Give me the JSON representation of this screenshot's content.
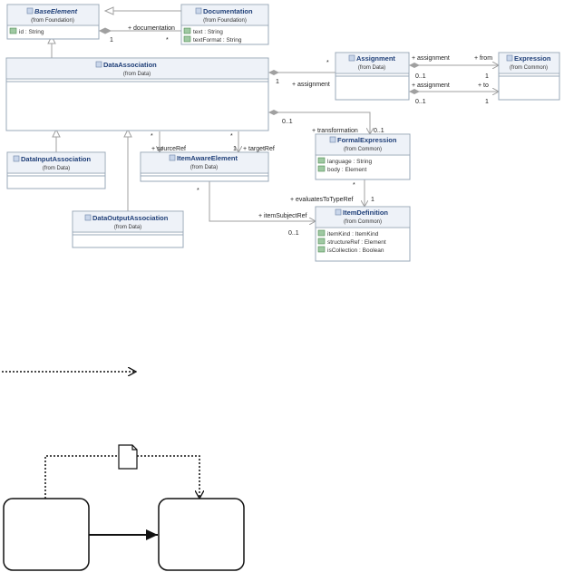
{
  "uml": {
    "classes": {
      "base_element": {
        "name": "BaseElement",
        "from": "(from Foundation)",
        "attrs": [
          "id : String"
        ]
      },
      "documentation": {
        "name": "Documentation",
        "from": "(from Foundation)",
        "attrs": [
          "text : String",
          "textFormat : String"
        ]
      },
      "data_association": {
        "name": "DataAssociation",
        "from": "(from Data)",
        "attrs": []
      },
      "assignment": {
        "name": "Assignment",
        "from": "(from Data)",
        "attrs": []
      },
      "expression": {
        "name": "Expression",
        "from": "(from Common)",
        "attrs": []
      },
      "formal_expression": {
        "name": "FormalExpression",
        "from": "(from Common)",
        "attrs": [
          "language : String",
          "body : Element"
        ]
      },
      "item_aware_element": {
        "name": "ItemAwareElement",
        "from": "(from Data)",
        "attrs": []
      },
      "data_input_association": {
        "name": "DataInputAssociation",
        "from": "(from Data)",
        "attrs": []
      },
      "data_output_association": {
        "name": "DataOutputAssociation",
        "from": "(from Data)",
        "attrs": []
      },
      "item_definition": {
        "name": "ItemDefinition",
        "from": "(from Common)",
        "attrs": [
          "itemKind : ItemKind",
          "structureRef : Element",
          "isCollection : Boolean"
        ]
      }
    },
    "labels": {
      "documentation_role": "+ documentation",
      "doc_mult_1": "1",
      "doc_mult_star": "*",
      "assignment_role": "+ assignment",
      "assign_mult_star": "*",
      "assign_mult_1": "1",
      "from_role_a": "+ assignment",
      "from_role_b": "+ from",
      "from_mult_01": "0..1",
      "from_mult_1": "1",
      "to_role_a": "+ assignment",
      "to_role_b": "+ to",
      "to_mult_01": "0..1",
      "to_mult_1": "1",
      "transformation_role": "+ transformation",
      "trans_mult_a": "0..1",
      "trans_mult_b": "0..1",
      "source_role": "+ sourceRef",
      "source_mult_star": "*",
      "target_role": "+ targetRef",
      "target_mult_1": "1",
      "target_mult_star": "*",
      "evaluates_role": "+ evaluatesToTypeRef",
      "eval_mult_star": "*",
      "eval_mult_1": "1",
      "subject_role": "+ itemSubjectRef",
      "subject_mult_star": "*",
      "subject_mult_01": "0..1"
    }
  }
}
